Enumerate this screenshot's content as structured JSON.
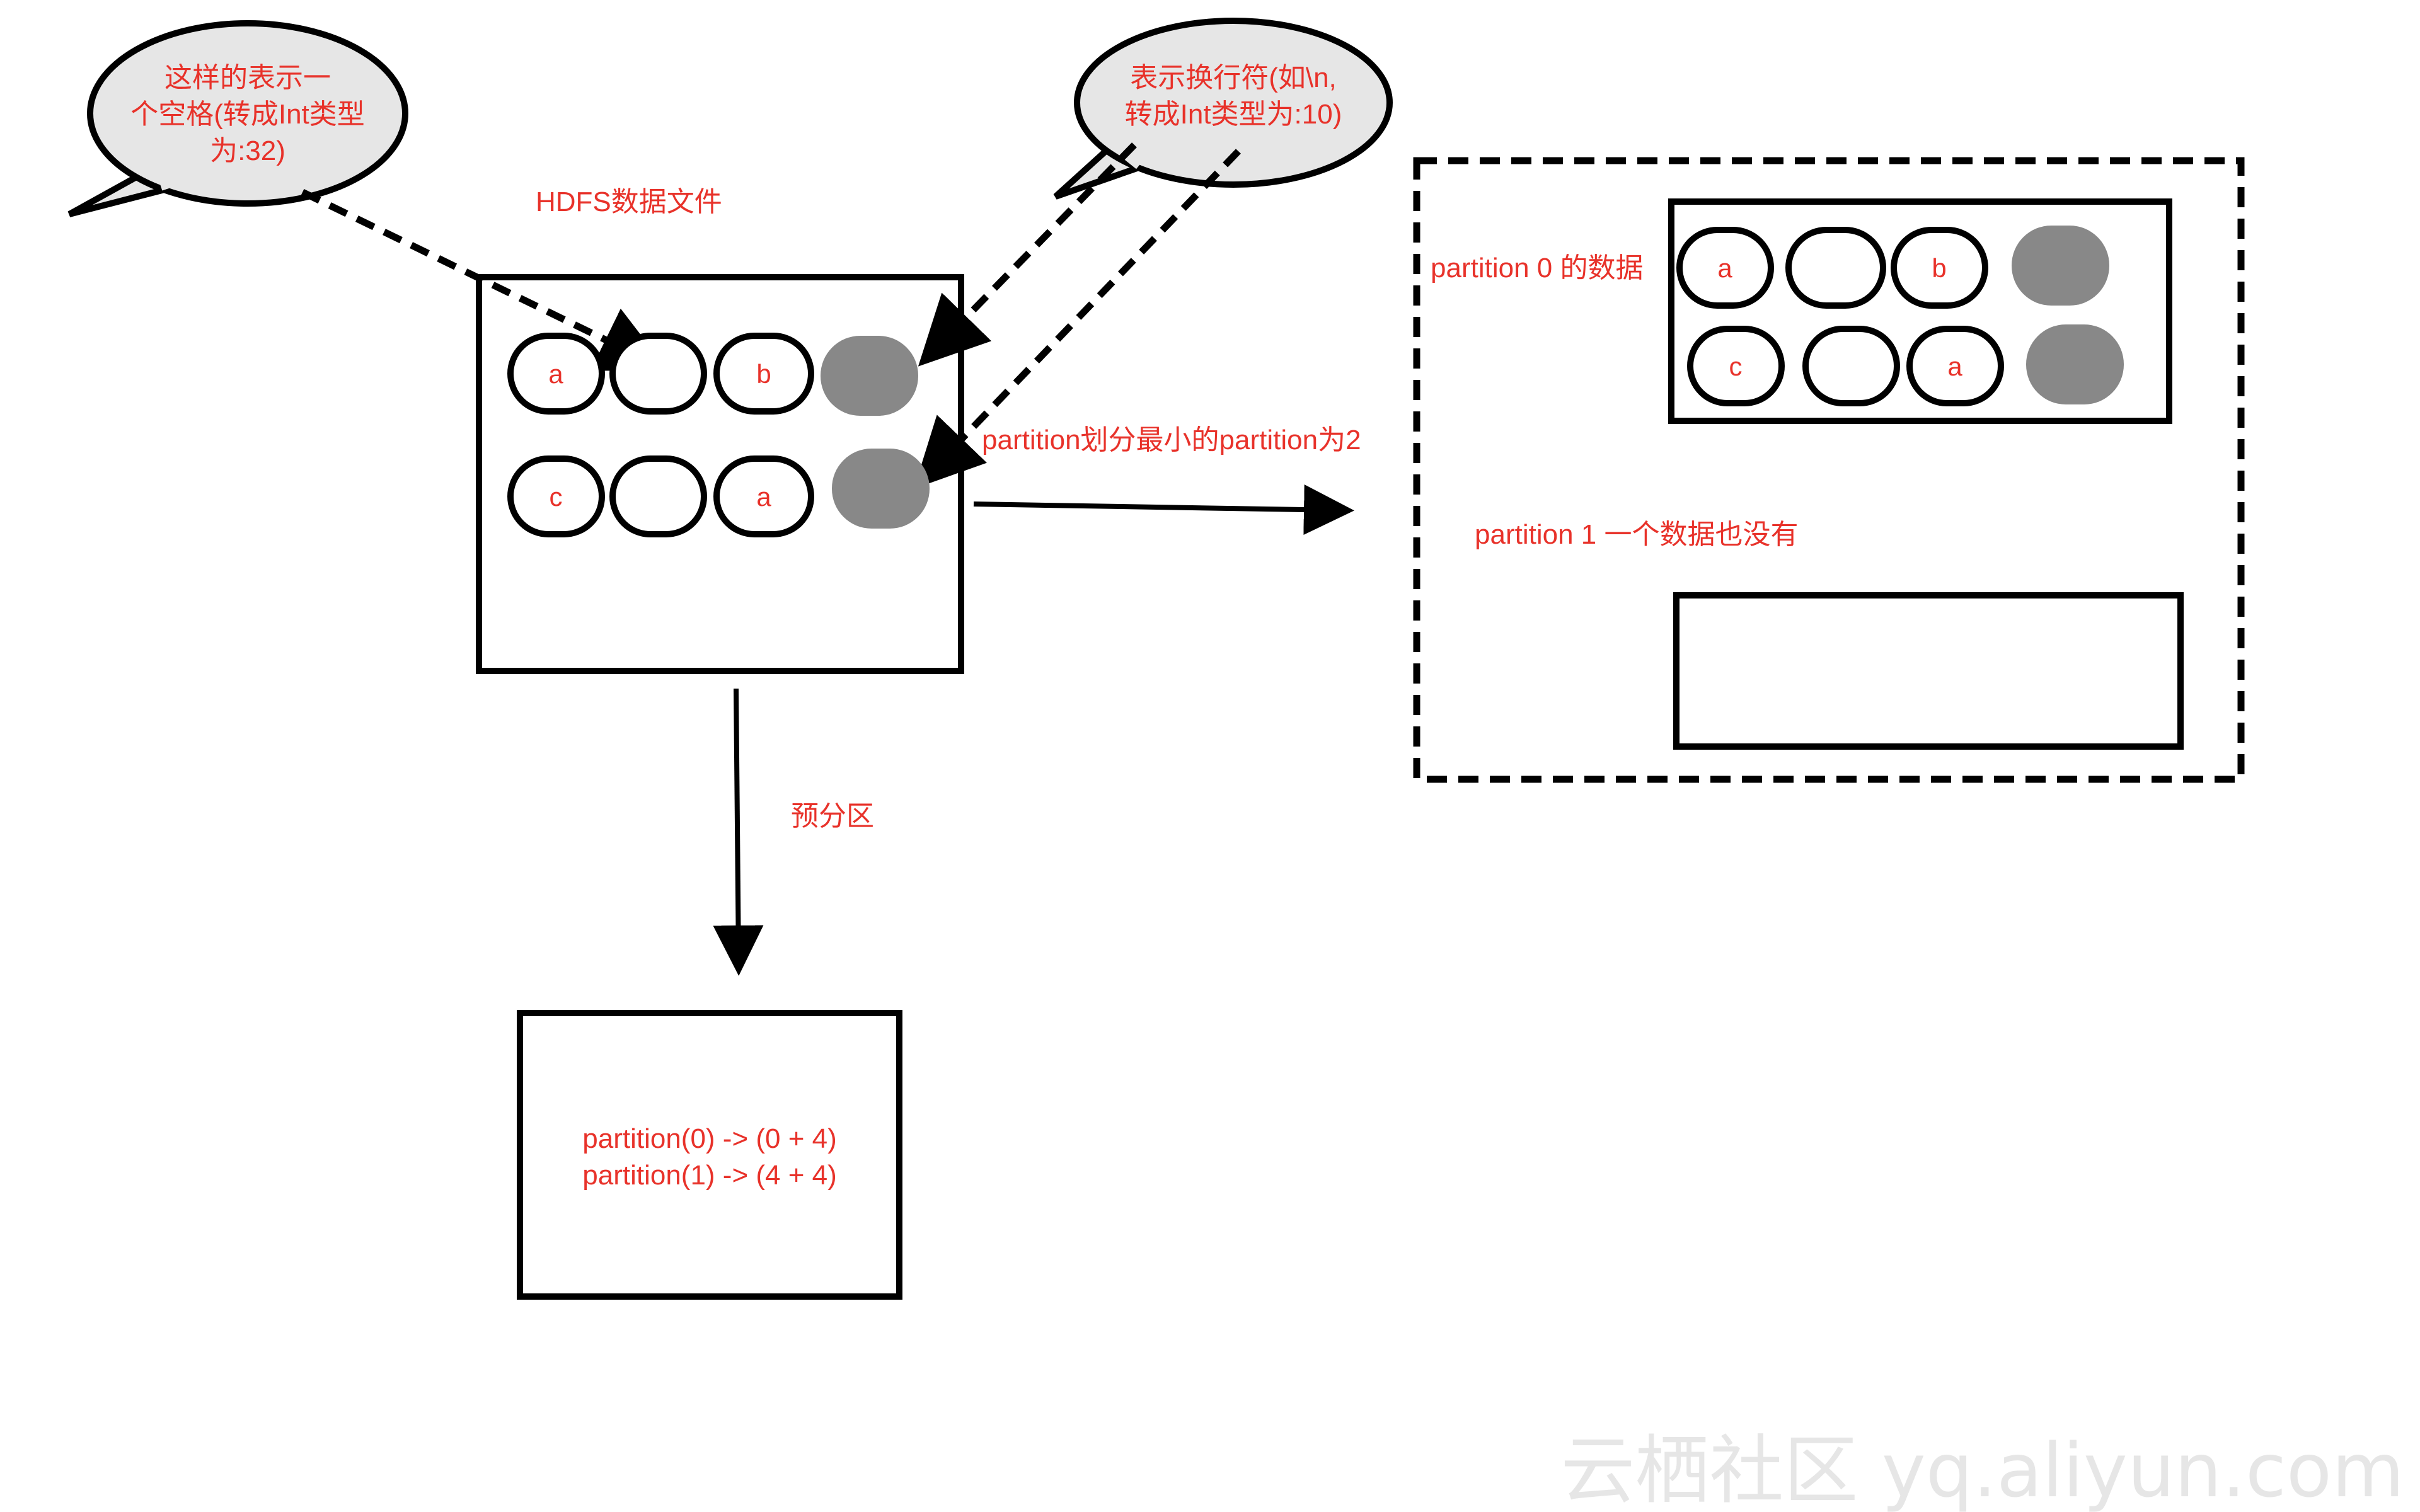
{
  "callouts": {
    "space": [
      "这样的表示一",
      "个空格(转成Int类型",
      "为:32)"
    ],
    "newline": [
      "表示换行符(如\\n,",
      "转成Int类型为:10)"
    ]
  },
  "hdfs": {
    "title": "HDFS数据文件",
    "row1": [
      "a",
      "",
      "b"
    ],
    "row2": [
      "c",
      "",
      "a"
    ]
  },
  "arrows": {
    "right_label": "partition划分最小的partition为2",
    "down_label": "预分区"
  },
  "partition0": {
    "label": "partition 0 的数据",
    "row1": [
      "a",
      "",
      "b"
    ],
    "row2": [
      "c",
      "",
      "a"
    ]
  },
  "partition1": {
    "label": "partition 1 一个数据也没有"
  },
  "presplit": {
    "line1": "partition(0) ->  (0 + 4)",
    "line2": "partition(1) -> (4 + 4)"
  },
  "watermark": "云栖社区 yq.aliyun.com",
  "colors": {
    "label_red": "#e8322a",
    "stroke": "#000000",
    "filled_cell": "#888888",
    "bubble_fill": "#e6e6e6"
  }
}
